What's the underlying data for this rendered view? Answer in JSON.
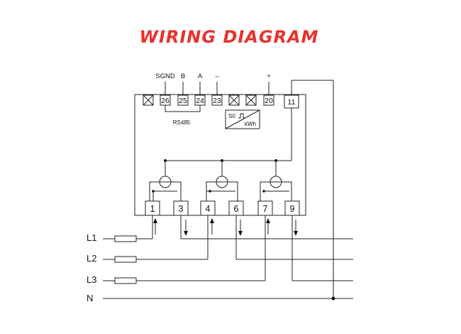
{
  "title": "WIRING DIAGRAM",
  "top_labels": {
    "sgnd": "SGND",
    "b": "B",
    "a": "A",
    "minus": "–",
    "plus": "+"
  },
  "top_terminals": [
    "26",
    "25",
    "24",
    "23",
    "20",
    "11"
  ],
  "bus_label": "RS485",
  "pulse_label": {
    "s0": "S0",
    "kwh": "kWh"
  },
  "bottom_terminals": [
    "1",
    "3",
    "4",
    "6",
    "7",
    "9"
  ],
  "lines": [
    "L1",
    "L2",
    "L3",
    "N"
  ],
  "colors": {
    "title": "#e8322c",
    "wire": "#222222"
  }
}
